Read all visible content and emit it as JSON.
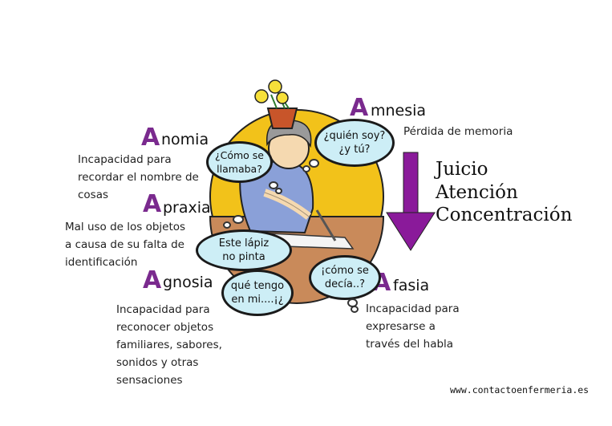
{
  "terms": {
    "anomia": {
      "initial": "A",
      "rest": "nomia",
      "desc": "Incapacidad para\nrecordar el nombre de\ncosas"
    },
    "apraxia": {
      "initial": "A",
      "rest": "praxia",
      "desc": "Mal uso de los objetos\na causa de su falta de\nidentificación"
    },
    "agnosia": {
      "initial": "A",
      "rest": "gnosia",
      "desc": "Incapacidad para\nreconocer objetos\nfamiliares, sabores,\nsonidos y otras\nsensaciones"
    },
    "amnesia": {
      "initial": "A",
      "rest": "mnesia",
      "desc": "Pérdida de memoria"
    },
    "afasia": {
      "initial": "A",
      "rest": "fasia",
      "desc": "Incapacidad para\nexpresarse a\ntravés del habla"
    }
  },
  "bubbles": {
    "como_se_llamaba": "¿Cómo se\nllamaba?",
    "quien_soy": "¿quién soy?\n¿y tú?",
    "este_lapiz": "Este lápiz\nno pinta",
    "que_tengo": "qué tengo\nen mi....¡¿",
    "como_se_decia": "¡cómo se\ndecía..?"
  },
  "affected_functions": [
    "Juicio",
    "Atención",
    "Concentración"
  ],
  "website": "www.contactoenfermeria.es",
  "colors": {
    "accent": "#7a2a8e",
    "arrow": "#8a1a9a",
    "sun": "#f2c21a",
    "bubble_fill": "#cdeef6",
    "ground": "#c98a5a"
  }
}
